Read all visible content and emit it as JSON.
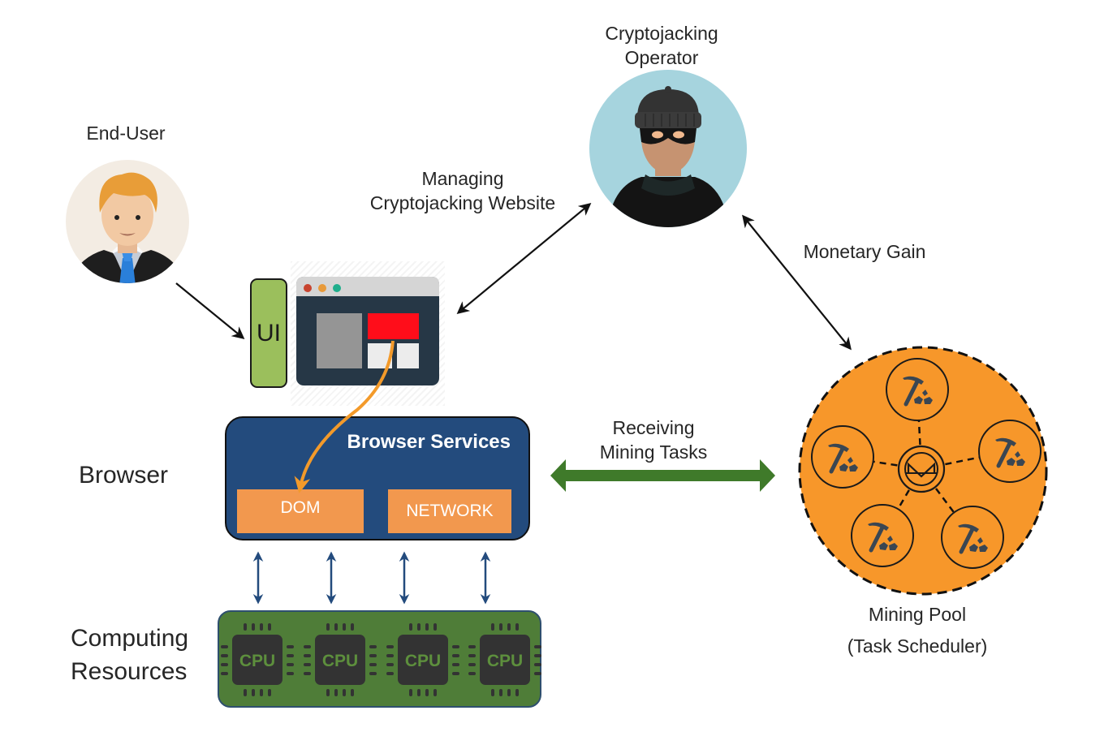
{
  "actors": {
    "end_user": {
      "label": "End-User",
      "icon": "businessman-avatar-icon",
      "bg_color": "#f3ece3"
    },
    "operator": {
      "label_line1": "Cryptojacking",
      "label_line2": "Operator",
      "icon": "masked-thief-avatar-icon",
      "bg_color": "#a6d4de"
    }
  },
  "layers": {
    "browser_label": "Browser",
    "computing_label_line1": "Computing",
    "computing_label_line2": "Resources"
  },
  "ui_box": {
    "label": "UI",
    "color": "#9bbf5c"
  },
  "website_window": {
    "icon": "browser-window-icon",
    "dots": [
      "#c8442f",
      "#e89a3a",
      "#1fae8c"
    ],
    "highlight_color": "#ff0d1a"
  },
  "browser_services": {
    "title": "Browser Services",
    "color": "#234b7d",
    "components": [
      {
        "label": "DOM"
      },
      {
        "label": "NETWORK"
      }
    ]
  },
  "computing": {
    "cpus": [
      {
        "label": "CPU"
      },
      {
        "label": "CPU"
      },
      {
        "label": "CPU"
      },
      {
        "label": "CPU"
      }
    ],
    "board_color": "#4f7d38"
  },
  "edges": {
    "managing": {
      "line1": "Managing",
      "line2": "Cryptojacking Website"
    },
    "monetary": {
      "label": "Monetary Gain"
    },
    "receiving": {
      "line1": "Receiving",
      "line2": "Mining Tasks",
      "color": "#3f7a2a"
    }
  },
  "mining_pool": {
    "label_line1": "Mining Pool",
    "label_line2": "(Task Scheduler)",
    "color": "#f7972a",
    "center_icon": "monero-logo-icon",
    "miners": [
      {
        "icon": "pickaxe-icon"
      },
      {
        "icon": "pickaxe-icon"
      },
      {
        "icon": "pickaxe-icon"
      },
      {
        "icon": "pickaxe-icon"
      },
      {
        "icon": "pickaxe-icon"
      }
    ]
  }
}
